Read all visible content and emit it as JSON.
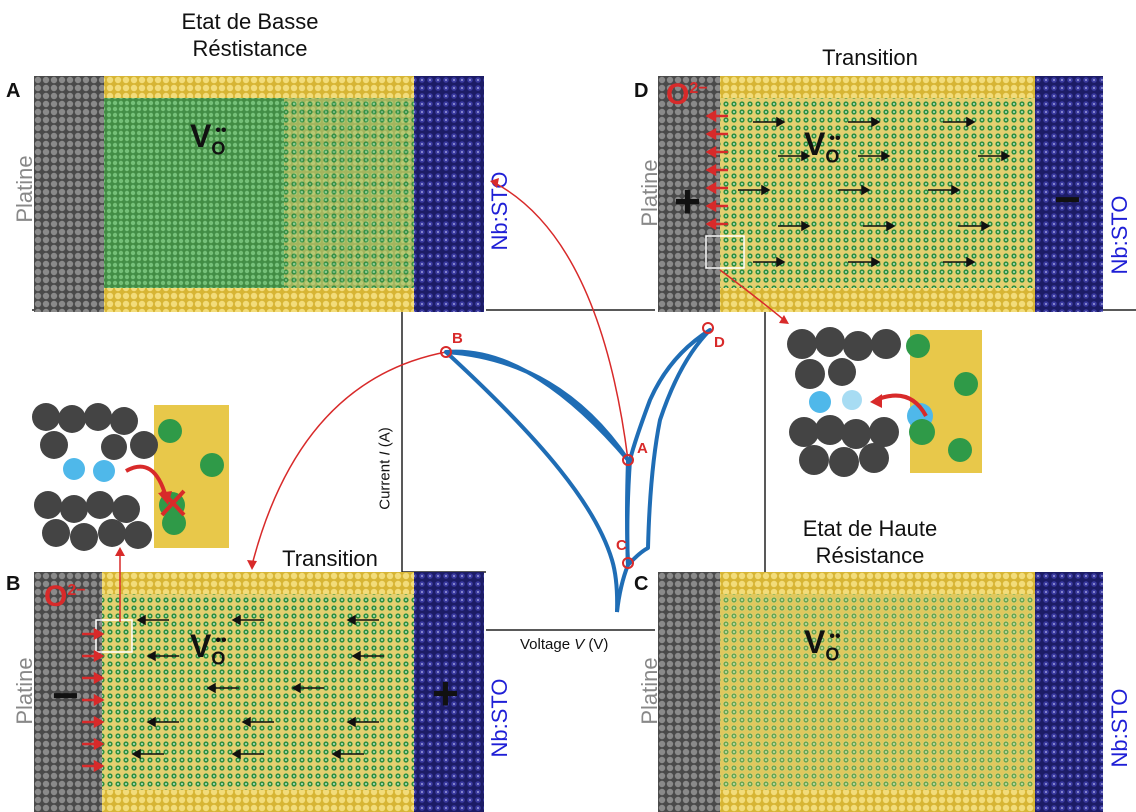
{
  "titles": {
    "A": "Etat de Basse Réstistance",
    "D": "Transition",
    "B": "Transition",
    "C": "Etat de Haute Résistance"
  },
  "panel_letters": {
    "A": "A",
    "B": "B",
    "C": "C",
    "D": "D"
  },
  "electrode_left": "Platine",
  "electrode_right": "Nb:STO",
  "vacancy_symbol": "V",
  "vacancy_sub": "O",
  "vacancy_charge": "••",
  "oxygen_ion": {
    "base": "O",
    "charge": "2−"
  },
  "polarity": {
    "plus": "+",
    "minus": "−"
  },
  "chart": {
    "ylabel_prefix": "Current ",
    "ylabel_var": "I",
    "ylabel_unit": " (A)",
    "xlabel_prefix": "Voltage ",
    "xlabel_var": "V",
    "xlabel_unit": " (V)",
    "points": {
      "A": "A",
      "B": "B",
      "C": "C",
      "D": "D"
    }
  },
  "colors": {
    "platinum": "#5a5a5a",
    "oxide": "#e6c64a",
    "vacancy_region": "#3f9a4a",
    "nbsto": "#24247a",
    "curve": "#1f6db5",
    "arrow_red": "#d82a2a",
    "label_blue": "#1f1fd6"
  }
}
